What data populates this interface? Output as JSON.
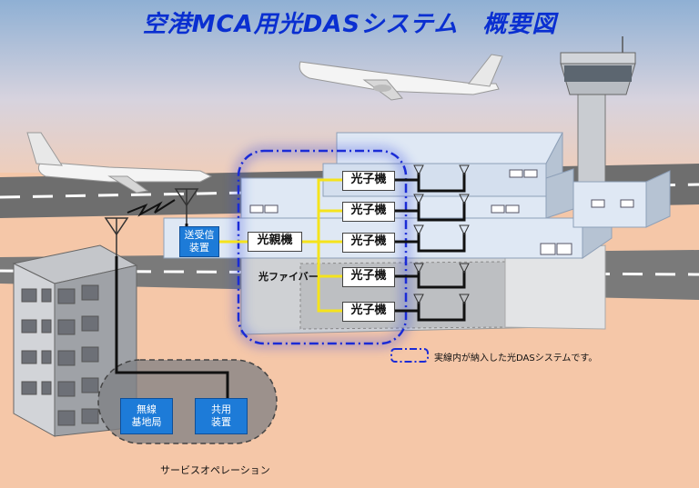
{
  "title": "空港MCA用光DASシステム　概要図",
  "nodes": {
    "tx_rx": "送受信\n装置",
    "master": "光親機",
    "slaves": [
      "光子機",
      "光子機",
      "光子機",
      "光子機",
      "光子機"
    ],
    "base_station": "無線\n基地局",
    "shared_equipment": "共用\n装置"
  },
  "labels": {
    "fiber": "光ファイバー",
    "service_operation": "サービスオペレーション",
    "legend_text": "実線内が納入した光DASシステムです。"
  },
  "colors": {
    "title": "#0a2fd1",
    "ground": "#f5c7a8",
    "sky_top": "#8fb0d4",
    "fiber": "#f5e31c",
    "das_outline": "#1a2bd6",
    "device_blue": "#1d7bd8"
  }
}
